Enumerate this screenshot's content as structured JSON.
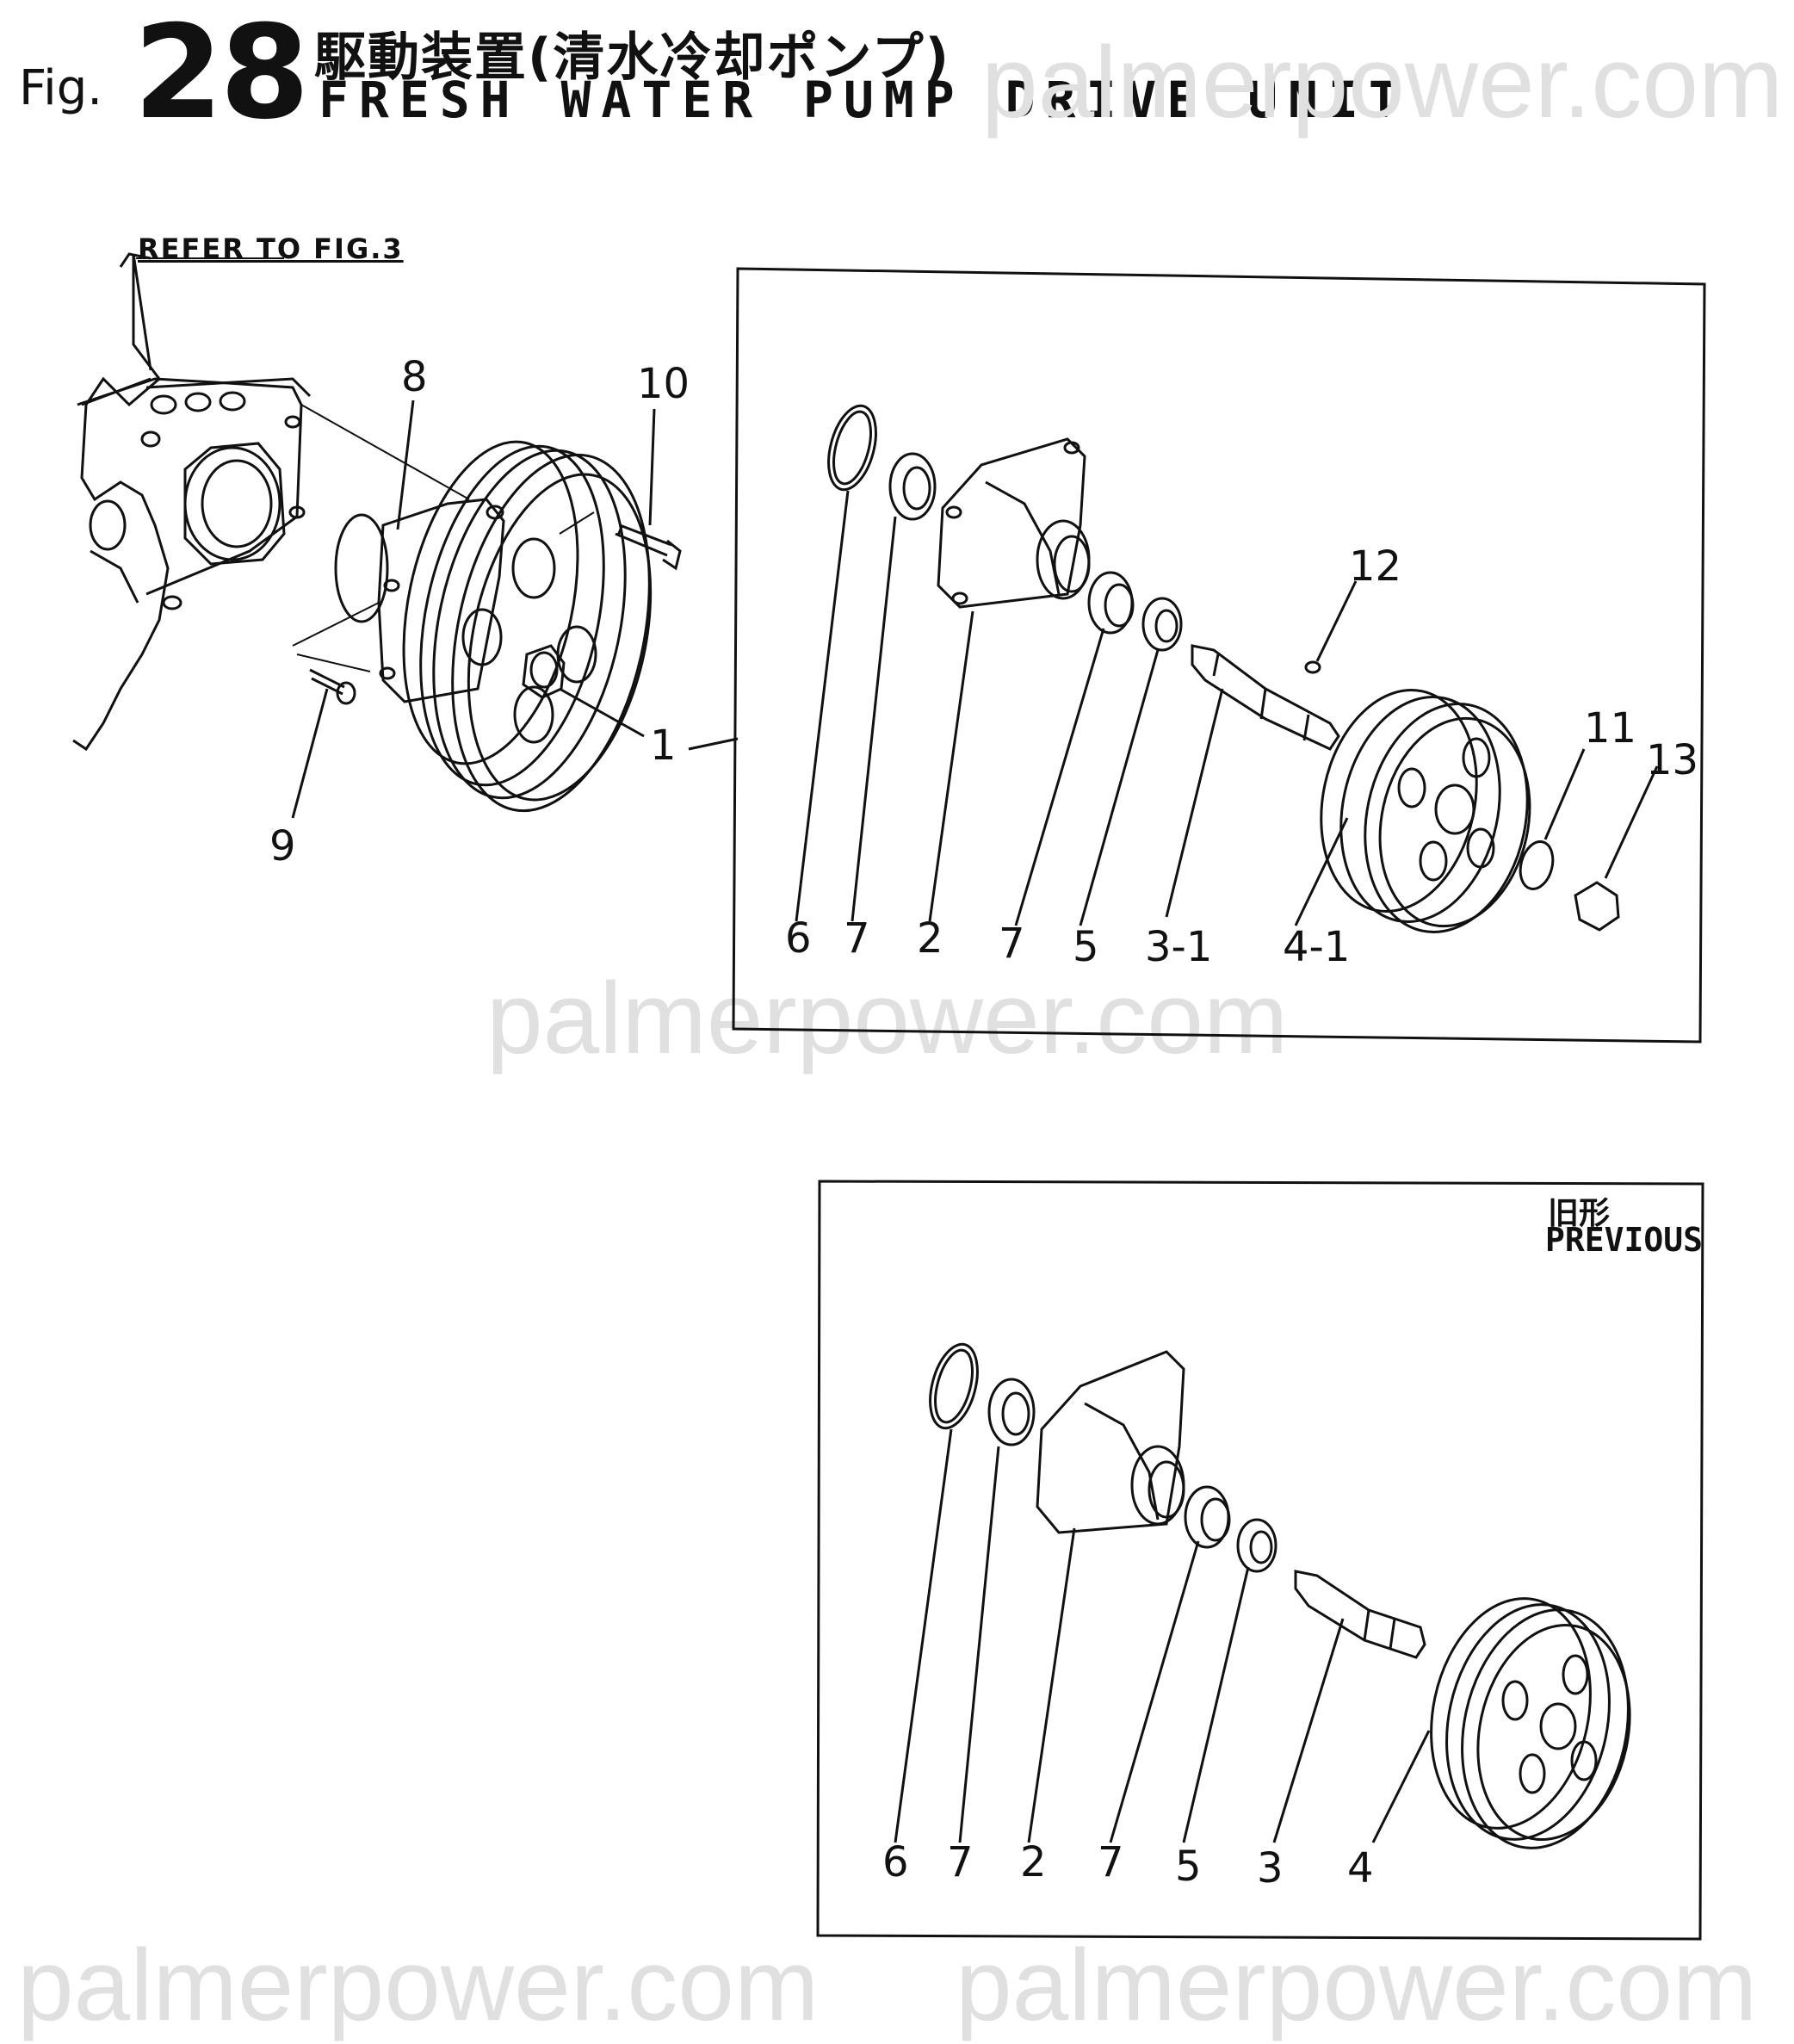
{
  "header": {
    "fig_label": "Fig.",
    "fig_number": "28",
    "title_jp": "駆動装置(清水冷却ポンプ)",
    "title_en": "FRESH WATER PUMP DRIVE UNIT"
  },
  "watermarks": [
    "palmerpower.com",
    "palmerpower.com",
    "palmerpower.com",
    "palmerpower.com"
  ],
  "assembly": {
    "refer_note": "REFER TO FIG.3",
    "callouts": {
      "c8": "8",
      "c10": "10",
      "c9": "9",
      "c1": "1"
    }
  },
  "current_detail": {
    "callouts": {
      "c12": "12",
      "c11": "11",
      "c13": "13",
      "c6": "6",
      "c7a": "7",
      "c2": "2",
      "c7b": "7",
      "c5": "5",
      "c3_1": "3-1",
      "c4_1": "4-1"
    }
  },
  "previous_detail": {
    "label_jp": "旧形",
    "label_en": "PREVIOUS",
    "callouts": {
      "c6": "6",
      "c7a": "7",
      "c2": "2",
      "c7b": "7",
      "c5": "5",
      "c3": "3",
      "c4": "4"
    }
  }
}
